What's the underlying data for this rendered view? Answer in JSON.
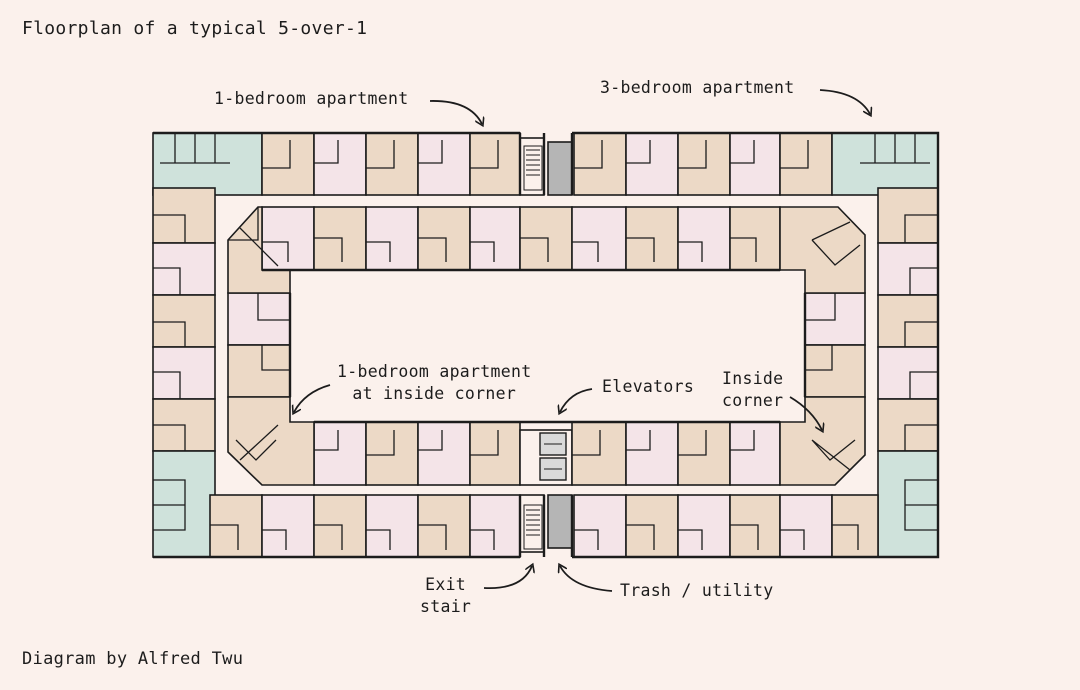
{
  "title": "Floorplan of a typical 5-over-1",
  "credit": "Diagram by Alfred Twu",
  "labels": {
    "one_bedroom": "1-bedroom apartment",
    "three_bedroom": "3-bedroom apartment",
    "corner_line1": "1-bedroom apartment",
    "corner_line2": "at inside corner",
    "elevators": "Elevators",
    "inside_line1": "Inside",
    "inside_line2": "corner",
    "exit_line1": "Exit",
    "exit_line2": "stair",
    "trash": "Trash / utility"
  },
  "colors": {
    "background": "#fbf1ec",
    "one_bedroom_fill": "#ecd9c6",
    "studio_fill": "#f4e4e8",
    "three_bedroom_fill": "#cfe2db",
    "corridor_fill": "#fbf1ec",
    "utility_fill": "#b5b5b5",
    "wall": "#1c1c1c"
  }
}
